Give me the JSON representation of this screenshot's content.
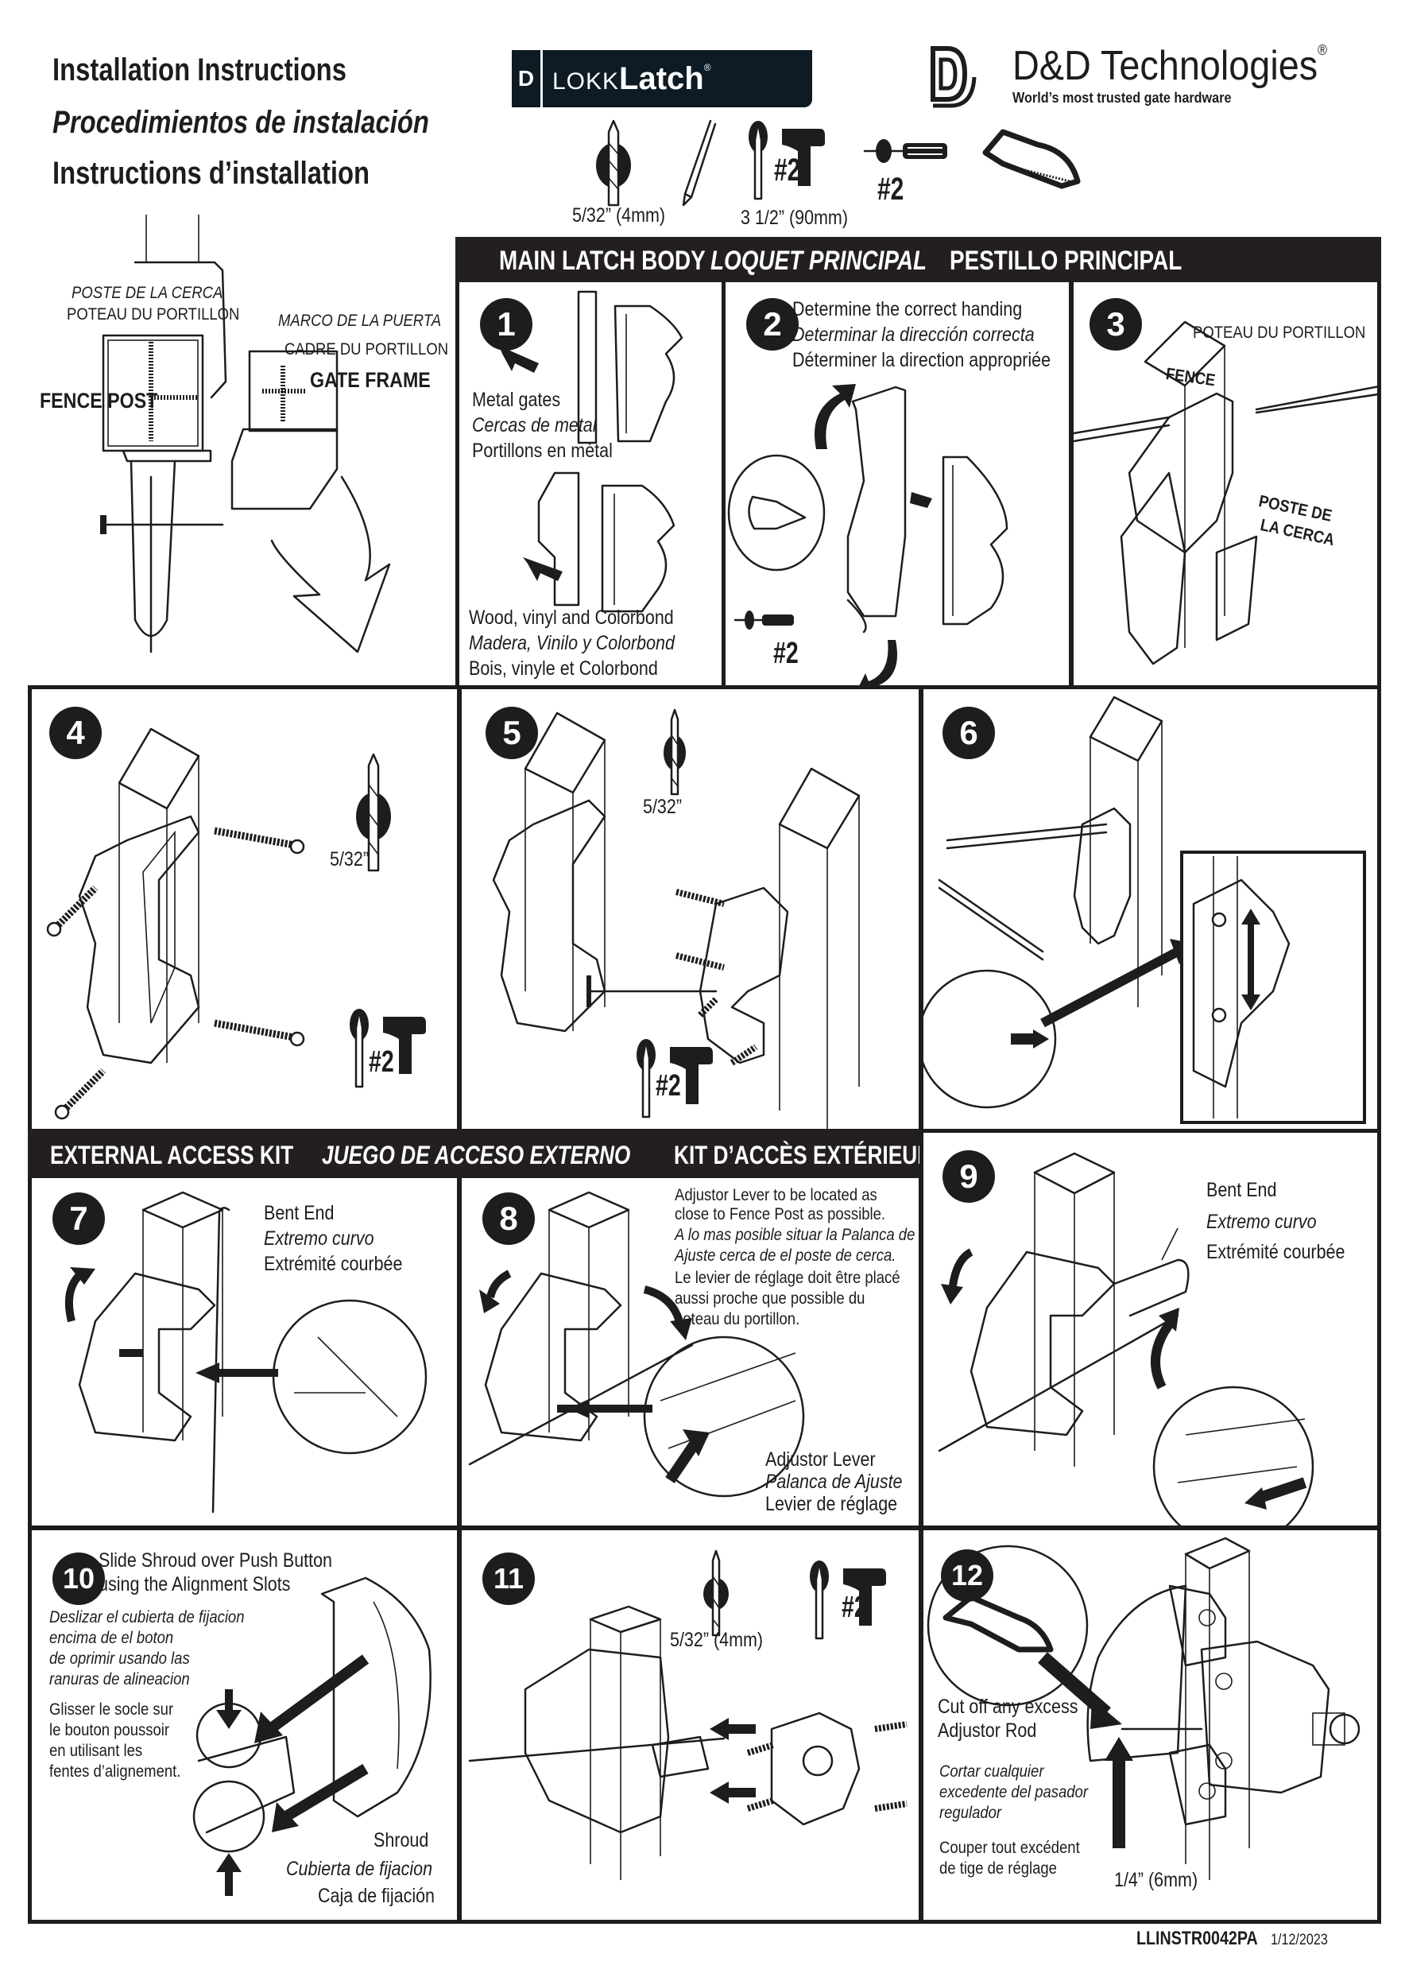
{
  "header": {
    "title_en": "Installation Instructions",
    "title_es": "Procedimientos de instalación",
    "title_fr": "Instructions d’installation",
    "product_logo": {
      "mark": "D",
      "reg": "®",
      "name_light": "LOKK",
      "name_bold": "Latch",
      "name_reg": "®"
    },
    "brand_logo": {
      "name": "D&D Technologies",
      "reg": "®",
      "tagline": "World’s most trusted gate hardware"
    },
    "colors": {
      "ink": "#1d1d1b",
      "band": "#231f20",
      "logo_bg": "#0e1b24",
      "paper": "#ffffff"
    }
  },
  "tools": [
    {
      "icon": "drill-bit-icon",
      "label": "5/32” (4mm)"
    },
    {
      "icon": "pencil-icon",
      "label": ""
    },
    {
      "icon": "power-drill-icon",
      "label": "3 1/2” (90mm)",
      "bit": "#2"
    },
    {
      "icon": "screwdriver-icon",
      "label": "",
      "bit": "#2"
    },
    {
      "icon": "hacksaw-icon",
      "label": ""
    }
  ],
  "overview": {
    "fence_post_es": "POSTE DE LA CERCA",
    "fence_post_fr": "POTEAU DU PORTILLON",
    "fence_post_en": "FENCE POST",
    "gate_frame_es": "MARCO DE LA PUERTA",
    "gate_frame_fr": "CADRE DU PORTILLON",
    "gate_frame_en": "GATE FRAME"
  },
  "sections": {
    "main": {
      "en": "MAIN LATCH BODY",
      "fr": "LOQUET PRINCIPAL",
      "es": "PESTILLO PRINCIPAL"
    },
    "external": {
      "en": "EXTERNAL ACCESS KIT",
      "es": "JUEGO DE ACCESO EXTERNO",
      "fr": "KIT D’ACCÈS EXTÉRIEUR"
    }
  },
  "steps": {
    "s1": {
      "num": "1",
      "metal_en": "Metal gates",
      "metal_es": "Cercas de metal",
      "metal_fr": "Portillons en métal",
      "wood_en": "Wood, vinyl and Colorbond",
      "wood_es": "Madera, Vinilo y Colorbond",
      "wood_fr": "Bois, vinyle et Colorbond"
    },
    "s2": {
      "num": "2",
      "en": "Determine the correct handing",
      "es": "Determinar la dirección correcta",
      "fr": "Déterminer la direction appropriée",
      "bit": "#2"
    },
    "s3": {
      "num": "3",
      "post_fr": "POTEAU DU PORTILLON",
      "fence": "FENCE",
      "post_es_1": "POSTE DE",
      "post_es_2": "LA CERCA"
    },
    "s4": {
      "num": "4",
      "drill": "5/32”",
      "bit": "#2"
    },
    "s5": {
      "num": "5",
      "drill": "5/32”",
      "bit": "#2"
    },
    "s6": {
      "num": "6"
    },
    "s7": {
      "num": "7",
      "en": "Bent End",
      "es": "Extremo curvo",
      "fr": "Extrémité courbée"
    },
    "s8": {
      "num": "8",
      "note_en_1": "Adjustor Lever to be located as",
      "note_en_2": "close to Fence Post as possible.",
      "note_es_1": "A lo mas posible situar la Palanca de",
      "note_es_2": "Ajuste cerca de el poste de cerca.",
      "note_fr_1": "Le levier de réglage doit être placé",
      "note_fr_2": "aussi proche que possible du",
      "note_fr_3": "poteau du portillon.",
      "lever_en": "Adjustor Lever",
      "lever_es": "Palanca de Ajuste",
      "lever_fr": "Levier de réglage"
    },
    "s9": {
      "num": "9",
      "en": "Bent End",
      "es": "Extremo curvo",
      "fr": "Extrémité courbée"
    },
    "s10": {
      "num": "10",
      "en_1": "Slide Shroud over Push Button",
      "en_2": "using the Alignment Slots",
      "es_1": "Deslizar el cubierta de fijacion",
      "es_2": "encima de el boton",
      "es_3": "de oprimir usando las",
      "es_4": "ranuras de alineacion",
      "fr_1": "Glisser le socle sur",
      "fr_2": "le bouton poussoir",
      "fr_3": "en utilisant les",
      "fr_4": "fentes d’alignement.",
      "shroud_en": "Shroud",
      "shroud_es": "Cubierta de fijacion",
      "shroud_fr": "Caja de fijación"
    },
    "s11": {
      "num": "11",
      "drill": "5/32” (4mm)",
      "bit": "#2"
    },
    "s12": {
      "num": "12",
      "en_1": "Cut off any excess",
      "en_2": "Adjustor Rod",
      "es_1": "Cortar cualquier",
      "es_2": "excedente del pasador",
      "es_3": "regulador",
      "fr_1": "Couper tout excédent",
      "fr_2": "de tige de réglage",
      "measure": "1/4” (6mm)"
    }
  },
  "footer": {
    "doc_code": "LLINSTR0042PA",
    "date": "1/12/2023"
  }
}
